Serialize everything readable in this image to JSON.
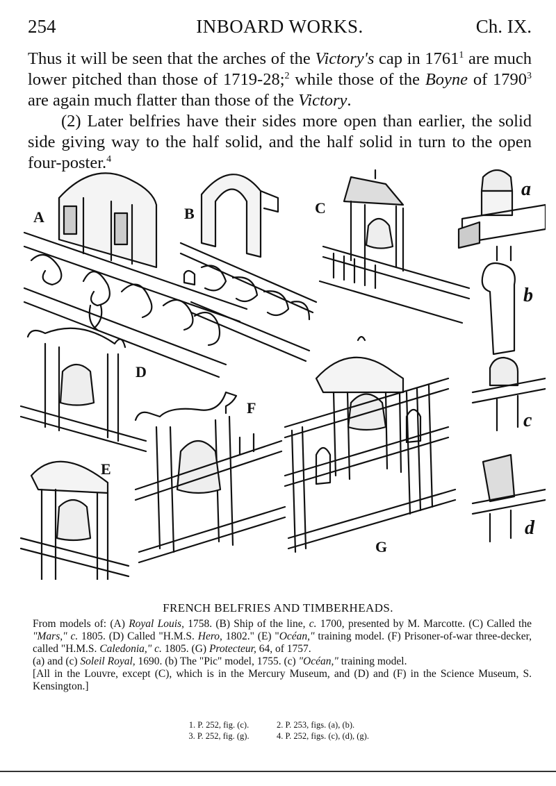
{
  "header": {
    "page_number": "254",
    "running_title": "INBOARD WORKS.",
    "chapter": "Ch. IX."
  },
  "body": {
    "p1_a": "Thus it will be seen that the arches of the ",
    "p1_ship1": "Victory's",
    "p1_b": " cap in 1761",
    "p1_fn1": "1",
    "p1_c": " are much lower pitched than those of 1719-28;",
    "p1_fn2": "2",
    "p1_d": " while those of the ",
    "p1_ship2": "Boyne",
    "p1_e": " of 1790",
    "p1_fn3": "3",
    "p1_f": " are again much flatter than those of the ",
    "p1_ship3": "Victory",
    "p1_g": ".",
    "p2": "(2)  Later belfries have their sides more open than earlier, the solid side giving way to the half solid, and the half solid in turn to the open four-poster.",
    "p2_fn": "4"
  },
  "figure": {
    "labels": {
      "A": "A",
      "B": "B",
      "C": "C",
      "D": "D",
      "E": "E",
      "F": "F",
      "G": "G",
      "a": "a",
      "b": "b",
      "c": "c",
      "d": "d"
    }
  },
  "caption": {
    "title": "FRENCH BELFRIES AND TIMBERHEADS.",
    "l1": "From models of: (A) ",
    "l1_i1": "Royal Louis,",
    "l1_b": " 1758.  (B) Ship of the line, ",
    "l1_i2": "c.",
    "l1_c": " 1700, presented by M. Marcotte.  (C) Called the ",
    "l1_i3": "\"Mars,\"",
    "l1_d": " ",
    "l1_i4": "c.",
    "l1_e": " 1805.  (D) Called \"H.M.S. ",
    "l1_i5": "Hero,",
    "l1_f": " 1802.\"  (E) \"",
    "l1_i6": "Océan,\"",
    "l1_g": " training model.  (F) Prisoner-of-war three-decker, called \"H.M.S. ",
    "l1_i7": "Caledonia,\"",
    "l1_h": " ",
    "l1_i8": "c.",
    "l1_j": " 1805.  (G) ",
    "l1_i9": "Protecteur,",
    "l1_k": " 64, of 1757.",
    "l2_a": "(a) and (c) ",
    "l2_i1": "Soleil Royal,",
    "l2_b": " 1690.  (b) The \"Pic\" model, 1755.  (c) ",
    "l2_i2": "\"Océan,\"",
    "l2_c": " training model.",
    "l3": "[All in the Louvre, except (C), which is in the Mercury Museum, and (D) and (F) in the Science Museum, S. Kensington.]"
  },
  "footnotes": {
    "f1": "1. P. 252, fig. (c).",
    "f2": "2. P. 253, figs. (a), (b).",
    "f3": "3. P. 252, fig. (g).",
    "f4": "4. P. 252, figs. (c), (d), (g)."
  }
}
